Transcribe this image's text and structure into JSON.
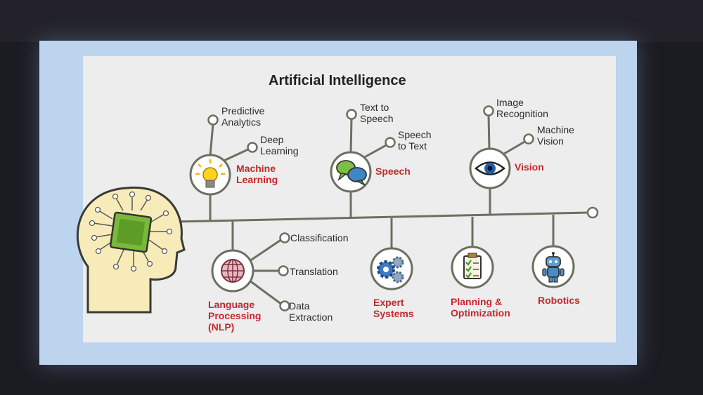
{
  "title": "Artificial Intelligence",
  "colors": {
    "line": "#6b7060",
    "category": "#c4282d",
    "text": "#2b2b2b",
    "head": "#f6ebb9",
    "chip": "#79b93a"
  },
  "branches": {
    "machine_learning": {
      "label": "Machine\nLearning",
      "icon": "lightbulb-icon",
      "items": [
        "Predictive\nAnalytics",
        "Deep\nLearning"
      ]
    },
    "speech": {
      "label": "Speech",
      "icon": "speech-bubbles-icon",
      "items": [
        "Text to\nSpeech",
        "Speech\nto Text"
      ]
    },
    "vision": {
      "label": "Vision",
      "icon": "eye-icon",
      "items": [
        "Image\nRecognition",
        "Machine\nVision"
      ]
    },
    "nlp": {
      "label": "Language\nProcessing\n(NLP)",
      "icon": "globe-icon",
      "items": [
        "Classification",
        "Translation",
        "Data\nExtraction"
      ]
    },
    "expert": {
      "label": "Expert\nSystems",
      "icon": "gears-icon"
    },
    "planning": {
      "label": "Planning &\nOptimization",
      "icon": "clipboard-checklist-icon"
    },
    "robotics": {
      "label": "Robotics",
      "icon": "robot-icon"
    }
  }
}
